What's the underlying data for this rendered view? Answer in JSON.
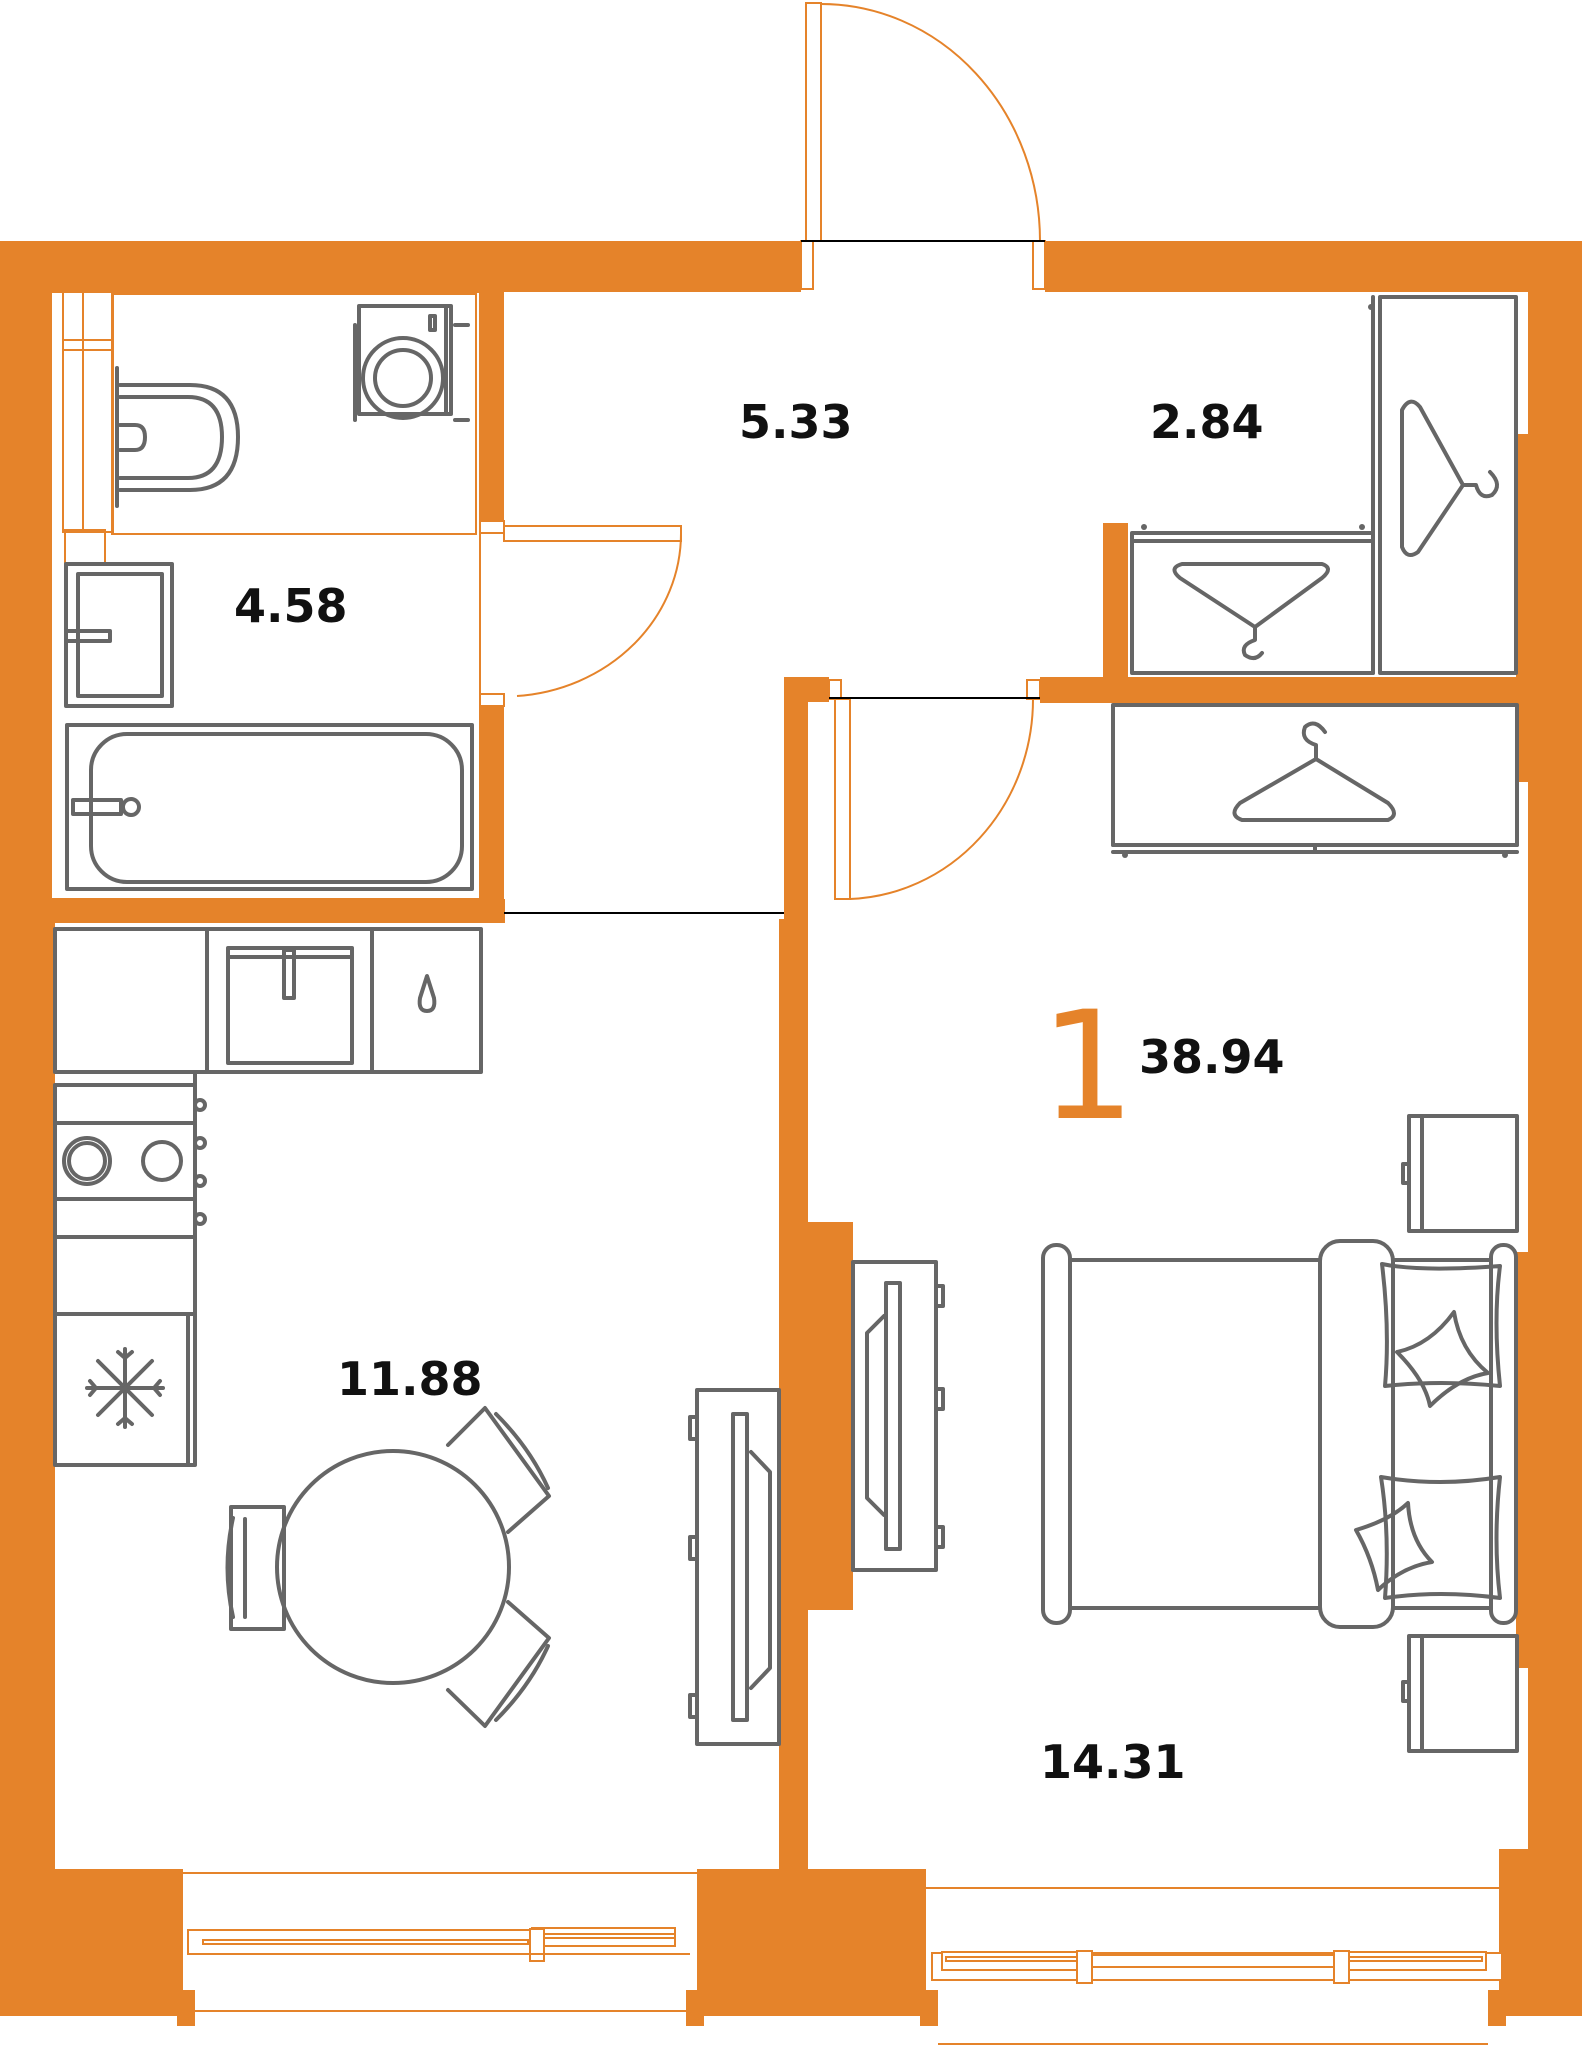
{
  "plan": {
    "room_count": "1",
    "total_area": "38.94",
    "accent_color": "#E5832A",
    "furniture_color": "#666666"
  },
  "rooms": {
    "bathroom": {
      "area": "4.58"
    },
    "hallway": {
      "area": "5.33"
    },
    "storage": {
      "area": "2.84"
    },
    "kitchen": {
      "area": "11.88"
    },
    "bedroom": {
      "area": "14.31"
    }
  },
  "icons": {
    "washing_machine": "washing-machine-icon",
    "toilet": "toilet-icon",
    "washbasin": "washbasin-icon",
    "bathtub": "bathtub-icon",
    "kitchen_sink": "kitchen-sink-icon",
    "water_drop": "water-drop-icon",
    "stove": "stove-icon",
    "fridge": "snowflake-icon",
    "hanger": "hanger-icon",
    "bed": "bed-icon"
  }
}
